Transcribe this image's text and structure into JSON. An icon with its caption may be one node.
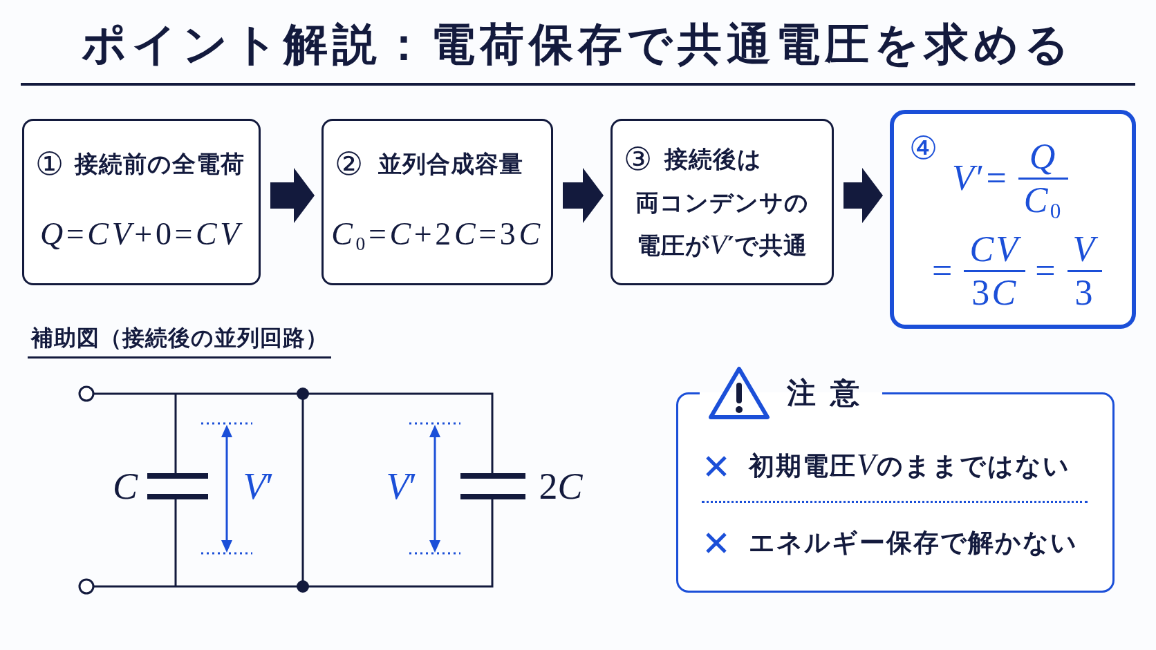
{
  "diagram": {
    "title": "ポイント解説：電荷保存で共通電圧を求める",
    "nodes": [
      {
        "text": [
          "①",
          "接続前の全電荷",
          "Q=CV+0=CV"
        ]
      },
      {
        "text": [
          "②",
          "並列合成容量",
          "C$_{0}$=C+2C=3C"
        ]
      },
      {
        "text": [
          "③",
          "接続後は",
          "両コンデンサの電圧がV′で共通"
        ]
      },
      {
        "text": [
          "④",
          "V′=",
          "Q",
          "C$_{0}$",
          "=",
          "CV",
          "3C",
          "=",
          "V",
          "3"
        ]
      },
      {
        "text": [
          "注意",
          "初期電圧Vのままではない",
          "エネルギー保存で解かない"
        ]
      }
    ],
    "edges": [
      {
        "from": 0,
        "to": 1,
        "arrow": "to"
      },
      {
        "from": 1,
        "to": 2,
        "arrow": "to"
      },
      {
        "from": 2,
        "to": 3,
        "arrow": "to"
      }
    ],
    "labels": [
      "補助図（接続後の並列回路）",
      "C",
      "V′",
      "V′",
      "2C"
    ]
  }
}
